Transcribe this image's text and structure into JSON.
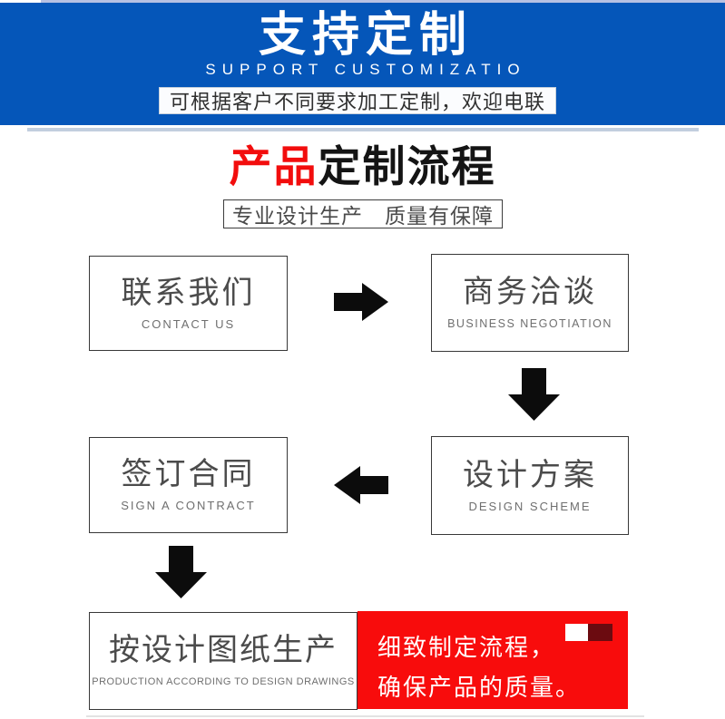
{
  "banner": {
    "title": "支持定制",
    "subtitle": "SUPPORT CUSTOMIZATIO",
    "note": "可根据客户不同要求加工定制，欢迎电联",
    "bg_color": "#0556b9"
  },
  "section": {
    "title_red": "产品",
    "title_black": "定制流程",
    "tagline": "专业设计生产　质量有保障"
  },
  "flow": {
    "steps": [
      {
        "zh": "联系我们",
        "en": "CONTACT US"
      },
      {
        "zh": "商务洽谈",
        "en": "BUSINESS NEGOTIATION"
      },
      {
        "zh": "签订合同",
        "en": "SIGN A CONTRACT"
      },
      {
        "zh": "设计方案",
        "en": "DESIGN SCHEME"
      },
      {
        "zh": "按设计图纸生产",
        "en": "PRODUCTION ACCORDING TO DESIGN DRAWINGS"
      }
    ],
    "arrows": [
      "right",
      "down",
      "left",
      "down"
    ],
    "note_line1": "细致制定流程，",
    "note_line2": "确保产品的质量。",
    "note_bg": "#f80c0c",
    "note_square_dark": "#6b0b10",
    "arrow_color": "#0c0c0c"
  }
}
